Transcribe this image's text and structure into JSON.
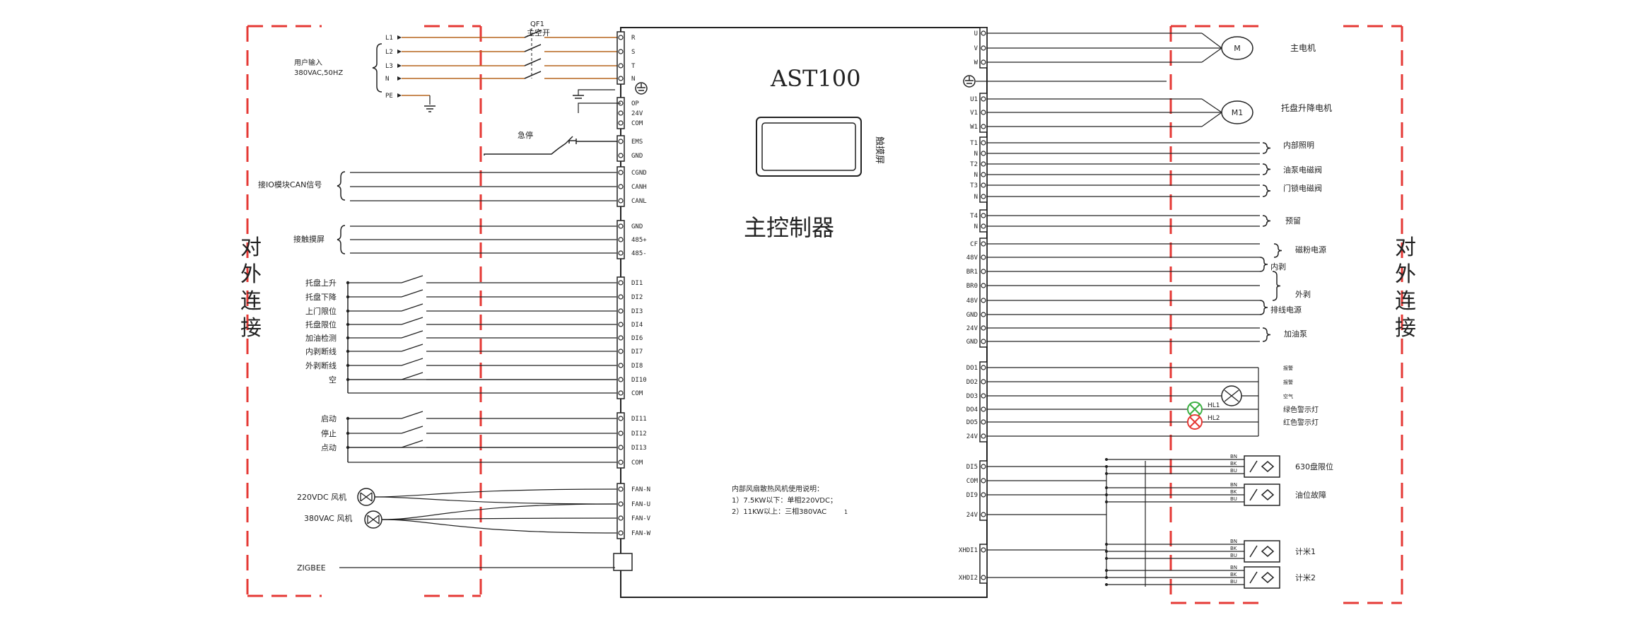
{
  "title": "AST100",
  "controller_label": "主控制器",
  "touch_screen_label": "触摸屏",
  "external_label_left": "对外连接",
  "external_label_right": "对外连接",
  "power_input": {
    "lines": [
      "L1",
      "L2",
      "L3",
      "N",
      "PE"
    ],
    "label_line1": "用户输入",
    "label_line2": "380VAC,50HZ",
    "breaker_label": "QF1",
    "breaker_name": "主空开"
  },
  "left_pins": {
    "power": [
      "R",
      "S",
      "T",
      "N"
    ],
    "op": [
      "OP",
      "24V",
      "COM"
    ],
    "ems": [
      "EMS",
      "GND"
    ],
    "can": [
      "CGND",
      "CANH",
      "CANL"
    ],
    "rs485": [
      "GND",
      "485+",
      "485-"
    ],
    "di1": [
      "DI1",
      "DI2",
      "DI3",
      "DI4",
      "DI6",
      "DI7",
      "DI8",
      "DI10",
      "COM"
    ],
    "di2": [
      "DI11",
      "DI12",
      "DI13",
      "COM"
    ],
    "fan": [
      "FAN-N",
      "FAN-U",
      "FAN-V",
      "FAN-W"
    ]
  },
  "left_labels": {
    "estop": "急停",
    "can_signal": "接IO模块CAN信号",
    "touch_connect": "接触摸屏",
    "di1": [
      "托盘上升",
      "托盘下降",
      "上门限位",
      "托盘限位",
      "加油检测",
      "内剥断线",
      "外剥断线",
      "空"
    ],
    "di2": [
      "启动",
      "停止",
      "点动"
    ],
    "fan1": "220VDC 风机",
    "fan2": "380VAC 风机",
    "zigbee": "ZIGBEE"
  },
  "right_pins": {
    "motor1": [
      "U",
      "V",
      "W"
    ],
    "motor2": [
      "U1",
      "V1",
      "W1"
    ],
    "outputs": [
      "T1",
      "N",
      "T2",
      "N",
      "T3",
      "N"
    ],
    "reserve": [
      "T4",
      "N"
    ],
    "power_out": [
      "CF",
      "48V",
      "BR1",
      "BR0",
      "48V",
      "GND",
      "24V",
      "GND"
    ],
    "do": [
      "DO1",
      "DO2",
      "DO3",
      "DO4",
      "DO5",
      "24V"
    ],
    "inputs": [
      "DI5",
      "COM",
      "DI9",
      "24V"
    ],
    "xhd": [
      "XHDI1",
      "XHDI2"
    ]
  },
  "right_labels": {
    "motor1_symbol": "M",
    "motor1": "主电机",
    "motor2_symbol": "M1",
    "motor2": "托盘升降电机",
    "outputs": [
      "内部照明",
      "油泵电磁阀",
      "门锁电磁阀"
    ],
    "reserve": "预留",
    "magnetic_power": "磁粉电源",
    "inner_strip": "内剥",
    "outer_strip": "外剥",
    "wire_power": "排线电源",
    "oil_pump": "加油泵",
    "do_small": [
      "报警",
      "报警",
      "空气"
    ],
    "green_lamp": "绿色警示灯",
    "red_lamp": "红色警示灯",
    "hl1": "HL1",
    "hl2": "HL2",
    "sensor_wires": [
      "BN",
      "BK",
      "BU"
    ],
    "sensors": [
      "630盘限位",
      "油位故障",
      "计米1",
      "计米2"
    ]
  },
  "notes": {
    "heading": "内部风扇散热风机使用说明：",
    "line1": "1）7.5KW以下：单相220VDC；",
    "line2": "2）11KW以上：三相380VAC"
  },
  "colors": {
    "red_dash": "#e53935",
    "power_wire": "#b5651d",
    "green_lamp": "#3cb043",
    "red_lamp": "#e53935",
    "line": "#222222"
  }
}
